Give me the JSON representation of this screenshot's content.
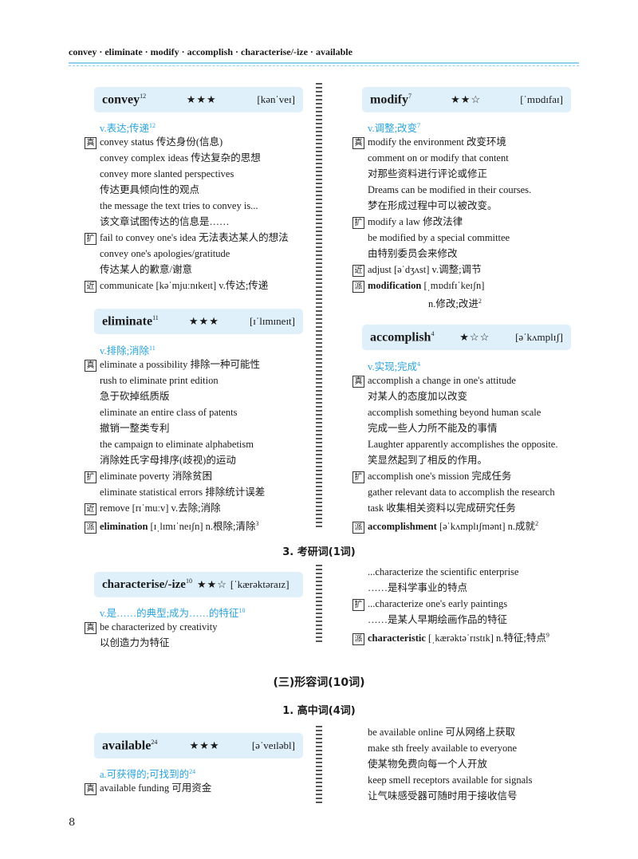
{
  "header": "convey · eliminate · modify · accomplish · characterise/-ize · available",
  "page_number": "8",
  "sections": {
    "kaoyan": "3. 考研词(1词)",
    "adjectives": "(三)形容词(10词)",
    "gaozhong": "1. 高中词(4词)"
  },
  "entries": {
    "convey": {
      "word": "convey",
      "sup": "12",
      "stars": "★★★",
      "phon": "[kənˈveɪ]",
      "pos": "v.表达;传递",
      "pos_sup": "12",
      "zhen": [
        "convey status 传达身份(信息)",
        "convey complex ideas 传达复杂的思想",
        "convey more slanted perspectives",
        "传达更具倾向性的观点",
        "the message the text tries to convey is...",
        "该文章试图传达的信息是……"
      ],
      "kuo": [
        "fail to convey one's idea 无法表达某人的想法",
        "convey one's apologies/gratitude",
        "传达某人的歉意/谢意"
      ],
      "jin": "communicate [kəˈmjuːnɪkeɪt] v.传达;传递"
    },
    "eliminate": {
      "word": "eliminate",
      "sup": "11",
      "stars": "★★★",
      "phon": "[ɪˈlɪmɪneɪt]",
      "pos": "v.排除;消除",
      "pos_sup": "11",
      "zhen": [
        "eliminate a possibility 排除一种可能性",
        "rush to eliminate print edition",
        "急于砍掉纸质版",
        "eliminate an entire class of patents",
        "撤销一整类专利",
        "the campaign to eliminate alphabetism",
        "消除姓氏字母排序(歧视)的运动"
      ],
      "kuo": [
        "eliminate poverty 消除贫困",
        "eliminate statistical errors 排除统计误差"
      ],
      "jin": "remove [rɪˈmuːv] v.去除;消除",
      "pai_word": "elimination",
      "pai_rest": " [ɪˌlɪmɪˈneɪʃn] n.根除;清除",
      "pai_sup": "3"
    },
    "modify": {
      "word": "modify",
      "sup": "7",
      "stars": "★★☆",
      "phon": "[ˈmɒdɪfaɪ]",
      "pos": "v.调整;改变",
      "pos_sup": "7",
      "zhen": [
        "modify the environment 改变环境",
        "comment on or modify that content",
        "对那些资料进行评论或修正",
        "Dreams can be modified in their courses.",
        "梦在形成过程中可以被改变。"
      ],
      "kuo": [
        "modify a law 修改法律",
        "be modified by a special committee",
        "由特别委员会来修改"
      ],
      "jin": "adjust [əˈdʒʌst] v.调整;调节",
      "pai_word": "modification",
      "pai_rest": " [ˌmɒdɪfɪˈkeɪʃn]",
      "pai_def": "n.修改;改进",
      "pai_sup": "2"
    },
    "accomplish": {
      "word": "accomplish",
      "sup": "4",
      "stars": "★☆☆",
      "phon": "[əˈkʌmplɪʃ]",
      "pos": "v.实现;完成",
      "pos_sup": "4",
      "zhen": [
        "accomplish a change in one's attitude",
        "对某人的态度加以改变",
        "accomplish something beyond human scale",
        "完成一些人力所不能及的事情",
        "Laughter apparently accomplishes the opposite.",
        "笑显然起到了相反的作用。"
      ],
      "kuo": [
        "accomplish one's mission 完成任务",
        "gather relevant data to accomplish the research",
        "task 收集相关资料以完成研究任务"
      ],
      "pai_word": "accomplishment",
      "pai_rest": " [əˈkʌmplɪʃmənt] n.成就",
      "pai_sup": "2"
    },
    "characterise": {
      "word": "characterise/-ize",
      "sup": "10",
      "stars": "★★☆",
      "phon": "[ˈkærəktəraɪz]",
      "pos": "v.是……的典型;成为……的特征",
      "pos_sup": "10",
      "zhen": [
        "be characterized by creativity",
        "以创造力为特征"
      ],
      "right": [
        "...characterize the scientific enterprise",
        "……是科学事业的特点"
      ],
      "kuo": [
        "...characterize one's early paintings",
        "……是某人早期绘画作品的特征"
      ],
      "pai_word": "characteristic",
      "pai_rest": " [ˌkærəktəˈrɪstɪk] n.特征;特点",
      "pai_sup": "9"
    },
    "available": {
      "word": "available",
      "sup": "24",
      "stars": "★★★",
      "phon": "[əˈveɪləbl]",
      "pos": "a.可获得的;可找到的",
      "pos_sup": "24",
      "zhen": [
        "available funding 可用资金"
      ],
      "right": [
        "be available online 可从网络上获取",
        "make sth freely available to everyone",
        "使某物免费向每一个人开放",
        "keep smell receptors available for signals",
        "让气味感受器可随时用于接收信号"
      ]
    }
  },
  "tags": {
    "zhen": "真",
    "kuo": "扩",
    "jin": "近",
    "pai": "派"
  },
  "colors": {
    "accent": "#2aa3dc",
    "card": "#dff0fa",
    "rule": "#8fd1ee"
  }
}
